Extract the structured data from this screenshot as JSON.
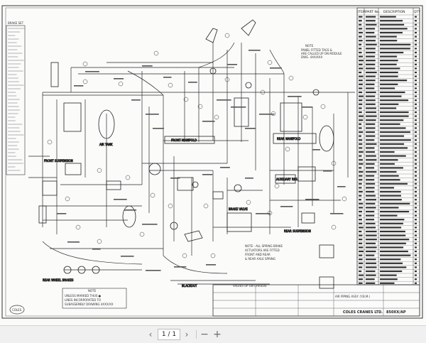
{
  "document": {
    "notes_top": [
      "NOTE",
      "PANEL FITTED TAGS &",
      "ARE CALLED UP ON MODULE",
      "DWG. 4XA/XXX"
    ],
    "left_panel_header": "BRAKE SET",
    "parts_table": {
      "col_item": "ITEM",
      "col_part": "PART No.",
      "col_desc": "DESCRIPTION",
      "col_qty": "QTY"
    },
    "diagram_labels": {
      "front_manifold": "FRONT MANIFOLD",
      "rear_manifold": "REAR MANIFOLD",
      "front_suspension": "FRONT SUSPENSION",
      "rear_suspension": "REAR SUSPENSION",
      "air_tank": "AIR TANK",
      "auxiliary_res": "AUXILIARY RES.",
      "brake_valve": "BRAKE VALVE",
      "blackout": "BLACKOUT",
      "note_mid": [
        "NOTE - ALL SPRING BRAKE",
        "ACTUATORS ARE FITTED",
        "FRONT AND REAR",
        "& REAR AXLE SPRING"
      ],
      "valves_note": "VALVES UP ON CHASSIS",
      "wheel_brakes": "REAR WHEEL BRAKES"
    },
    "notes_box": [
      "NOTE",
      "UNLESS MARKED THUS ●",
      "LINES INCORPORATED TO",
      "SUBASSEMBLY DRAWING 4XXX/XX"
    ],
    "title_block": {
      "company": "COLES CRANES LTD.",
      "drawing_no": "850XX/AP",
      "title": "AIR PIPING ASSY. (Y.B.M.)"
    },
    "logo_text": "COLES"
  },
  "viewer": {
    "page_current": "1",
    "page_total": "1",
    "page_display": "1 / 1",
    "prev_icon": "‹",
    "next_icon": "›",
    "zoom_out_icon": "−",
    "zoom_in_icon": "+"
  },
  "colors": {
    "ink": "#222222",
    "paper": "#fbfbfa",
    "toolbar": "#f0f0f0"
  }
}
